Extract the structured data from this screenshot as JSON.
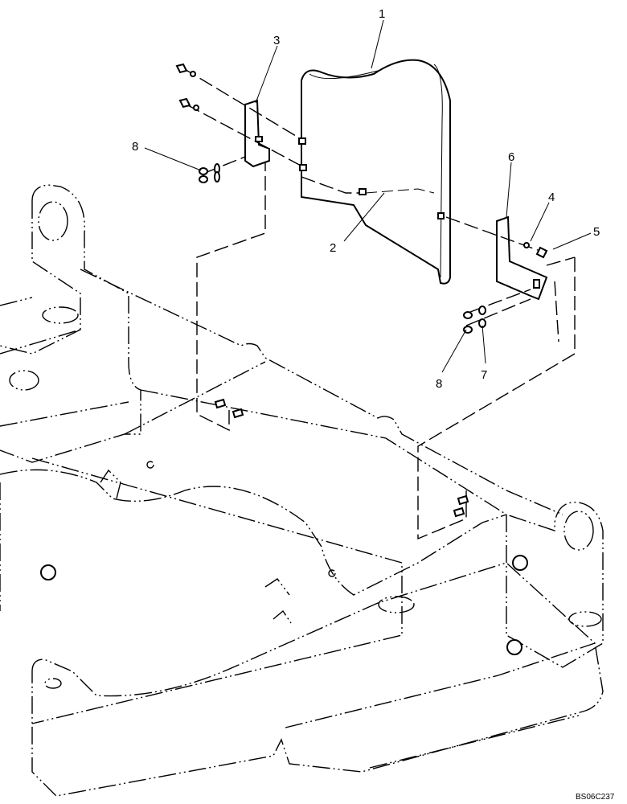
{
  "callouts": {
    "c1": "1",
    "c2": "2",
    "c3": "3",
    "c4": "4",
    "c5": "5",
    "c6": "6",
    "c7": "7",
    "c8a": "8",
    "c8b": "8"
  },
  "drawing_code": "BS06C237"
}
